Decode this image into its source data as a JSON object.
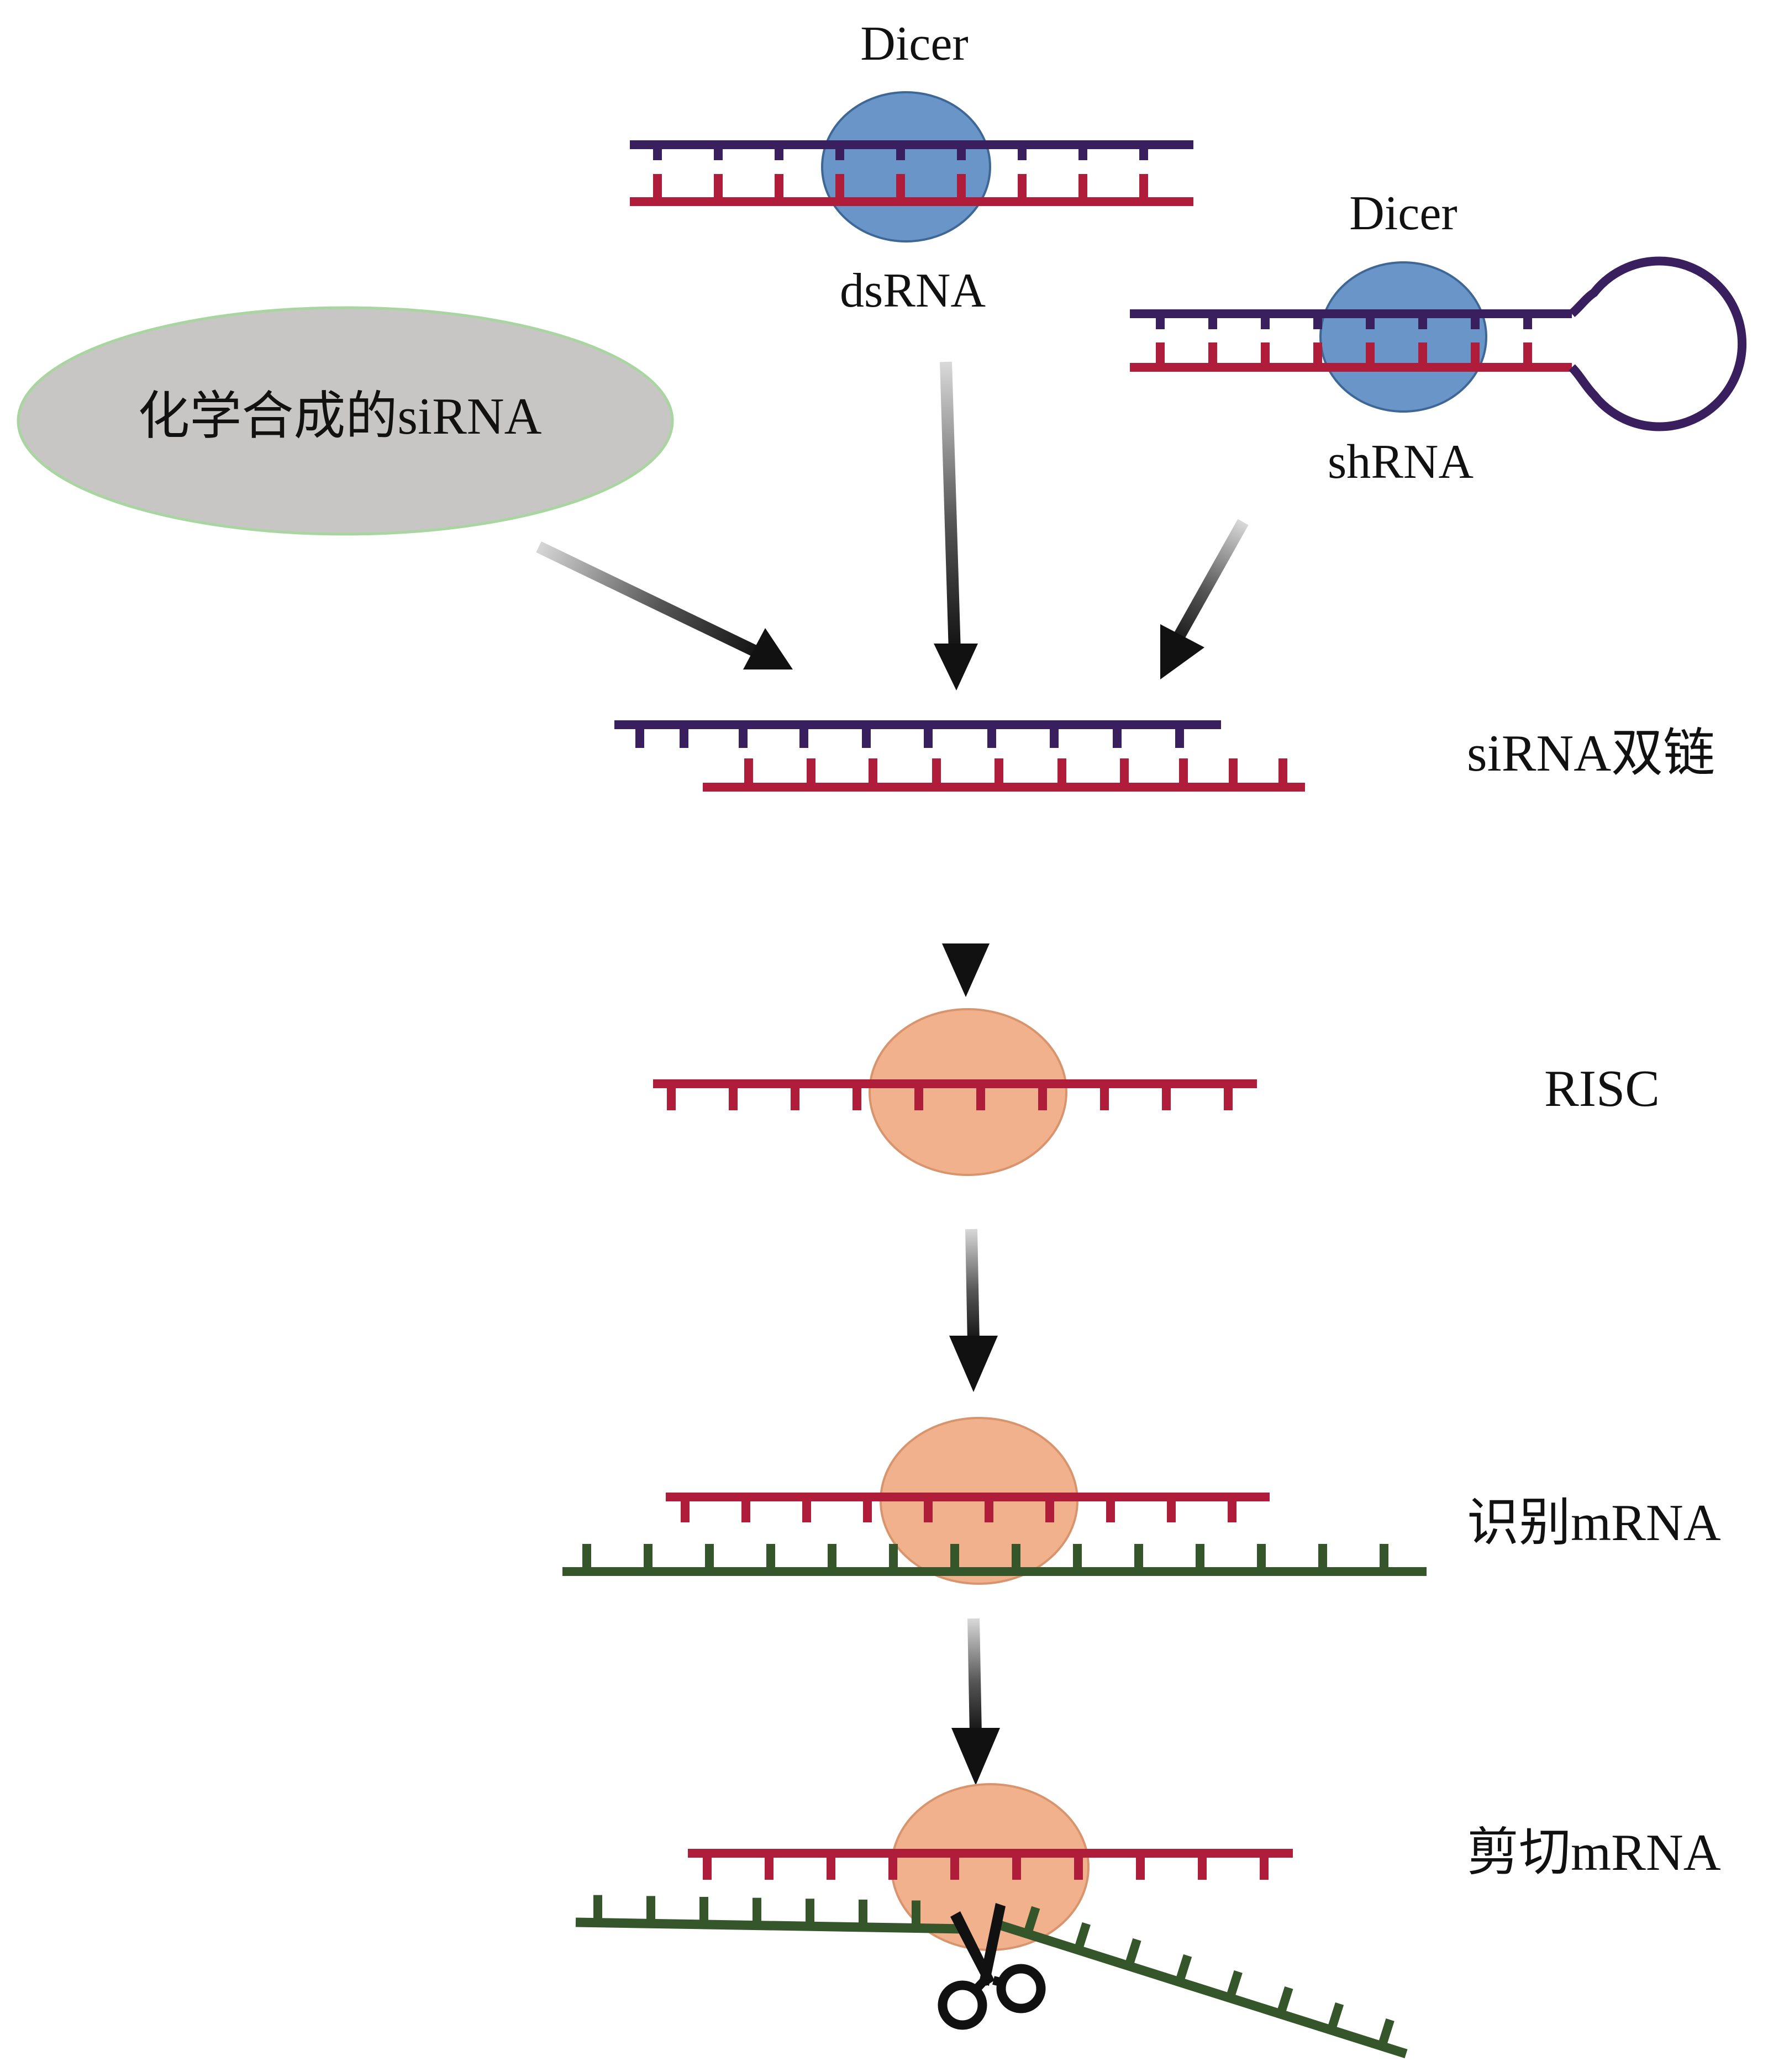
{
  "labels": {
    "dicer_top": "Dicer",
    "dsrna": "dsRNA",
    "dicer_right": "Dicer",
    "shrna": "shRNA",
    "chemical_sirna": "化学合成的siRNA",
    "sirna_duplex": "siRNA双链",
    "risc": "RISC",
    "recognize_mrna": "识别mRNA",
    "cleave_mrna": "剪切mRNA"
  },
  "colors": {
    "sense_strand": "#3a1f5e",
    "antisense_strand": "#b01d3a",
    "mrna_strand": "#35562a",
    "dicer": "#6a95c9",
    "risc": "#f0b18c",
    "chemical_ellipse": "#c8c6c4",
    "chemical_ellipse_border": "#a9d6a0",
    "arrow": "#111111"
  },
  "icons": {
    "scissors": "scissors-icon"
  }
}
